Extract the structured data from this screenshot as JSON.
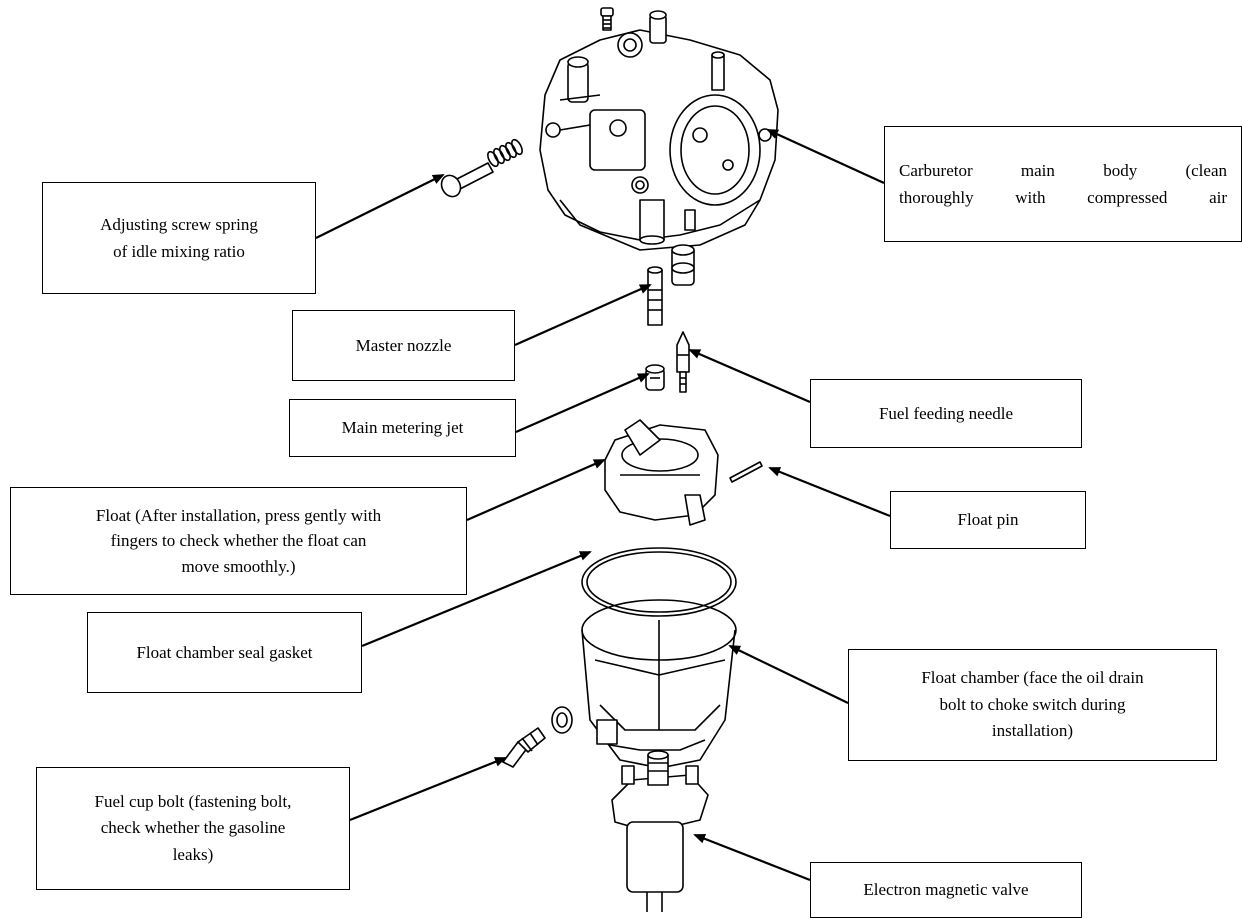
{
  "labels": {
    "carburetor_body": [
      "Carburetor main body (clean",
      "thoroughly with compressed air"
    ],
    "idle_screw_spring": [
      "Adjusting screw spring",
      "of idle mixing ratio"
    ],
    "master_nozzle": [
      "Master nozzle"
    ],
    "fuel_feeding_needle": [
      "Fuel feeding needle"
    ],
    "main_metering_jet": [
      "Main metering jet"
    ],
    "float": [
      "Float (After installation, press gently with",
      "fingers to check whether the float can",
      "move smoothly.)"
    ],
    "float_pin": [
      "Float pin"
    ],
    "float_chamber_gasket": [
      "Float chamber seal gasket"
    ],
    "float_chamber": [
      "Float chamber (face the oil drain",
      "bolt to choke switch during",
      "installation)"
    ],
    "fuel_cup_bolt": [
      "Fuel cup bolt (fastening bolt,",
      "check whether the gasoline",
      "leaks)"
    ],
    "magnetic_valve": [
      "Electron magnetic valve"
    ]
  },
  "colors": {
    "line": "#000000",
    "background": "#ffffff"
  }
}
